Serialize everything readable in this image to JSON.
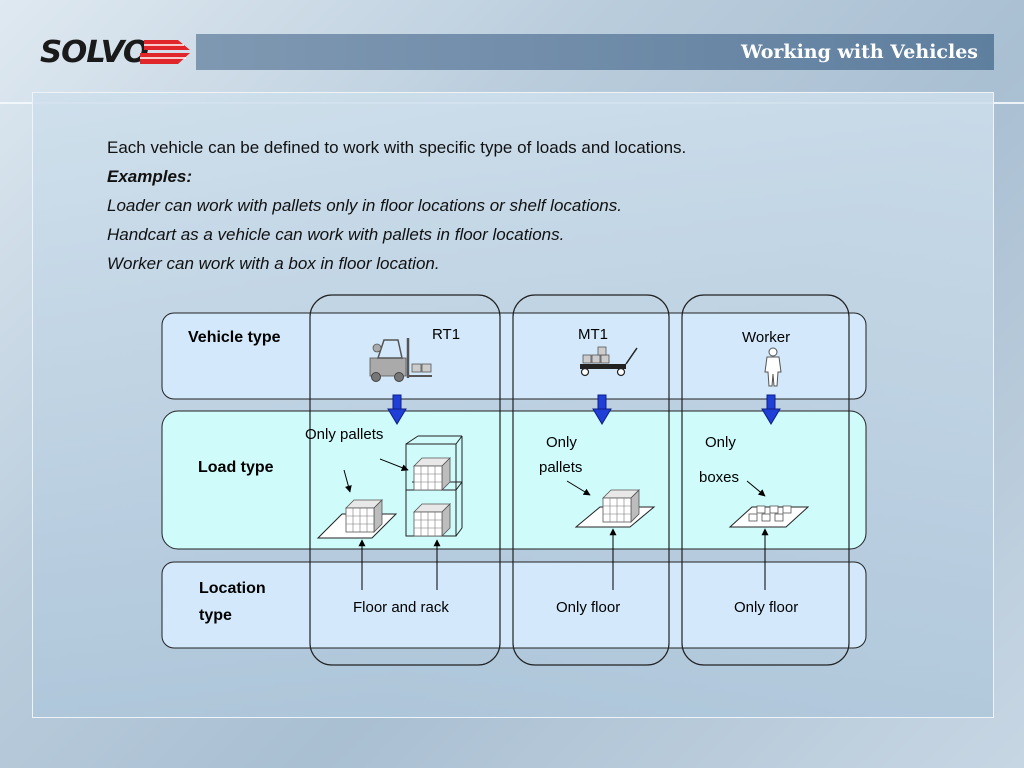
{
  "header": {
    "logo_text": "SOLVO",
    "title": "Working with Vehicles"
  },
  "intro": {
    "line1": "Each vehicle can be defined to work with specific type of loads and locations.",
    "examples_label": "Examples:",
    "example1": "Loader can work with pallets only in floor locations or shelf locations.",
    "example2": "Handcart as a vehicle can work with pallets in floor locations.",
    "example3": "Worker can work with a box in floor location."
  },
  "diagram": {
    "rows": {
      "vehicle_type": "Vehicle type",
      "load_type": "Load type",
      "location_type_1": "Location",
      "location_type_2": "type"
    },
    "columns": [
      {
        "vehicle": "RT1",
        "icon": "forklift-icon",
        "load_1": "Only pallets",
        "load_2": "",
        "location": "Floor and rack"
      },
      {
        "vehicle": "MT1",
        "icon": "handcart-icon",
        "load_1": "Only",
        "load_2": "pallets",
        "location": "Only floor"
      },
      {
        "vehicle": "Worker",
        "icon": "worker-icon",
        "load_1": "Only",
        "load_2": "boxes",
        "location": "Only floor"
      }
    ],
    "colors": {
      "row_fill_vehicle": "#d3e9fb",
      "row_fill_load": "#d0fbfb",
      "row_fill_location": "#d3e9fb",
      "arrow_blue": "#1f3fd6"
    }
  }
}
